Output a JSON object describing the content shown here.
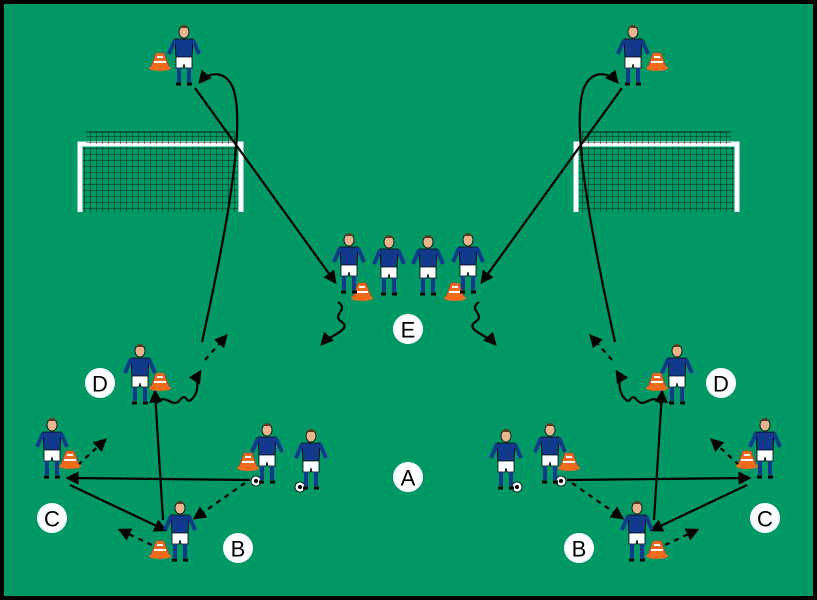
{
  "labels": {
    "A": "A",
    "B": "B",
    "C": "C",
    "D": "D",
    "E": "E"
  },
  "colors": {
    "pitch": "#009966",
    "border": "#000000",
    "shirt": "#123a8c",
    "cone": "#f26a1b"
  }
}
